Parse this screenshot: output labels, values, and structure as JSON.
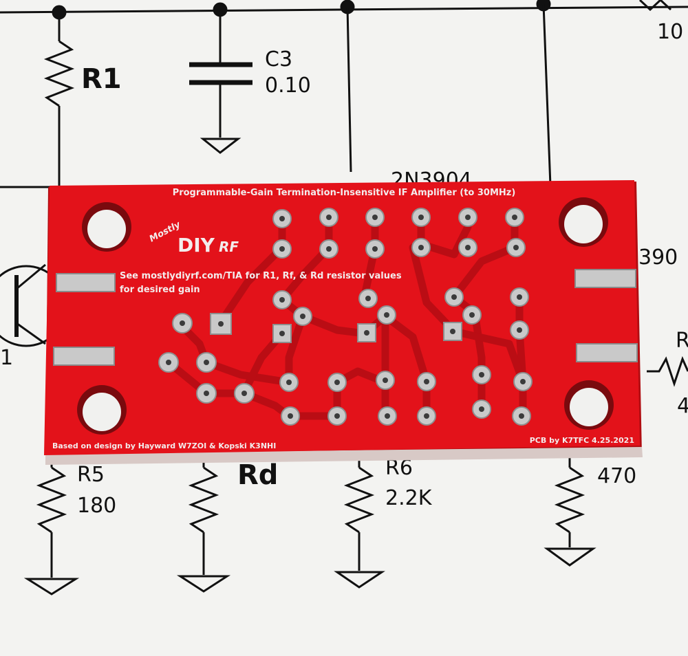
{
  "schematic": {
    "labels": {
      "r1": "R1",
      "c3": "C3",
      "c3_value": "0.10",
      "transistor": "2N3904",
      "value_top_right": "10",
      "value_right_mid": "390",
      "r5": "R5",
      "r5_value": "180",
      "rd": "Rd",
      "r6": "R6",
      "r6_value": "2.2K",
      "value_bottom_right": "470",
      "left_edge_digit": "1",
      "right_edge_letter": "R",
      "right_edge_digit": "4"
    }
  },
  "pcb": {
    "title": "Programmable-Gain Termination-Insensitive IF Amplifier (to 30MHz)",
    "logo": {
      "mostly": "Mostly",
      "diy": "DIY",
      "rf": "RF"
    },
    "note_line1": "See mostlydiyrf.com/TIA for R1, Rf, & Rd resistor values",
    "note_line2": "for desired gain",
    "credit_left": "Based on design by Hayward W7ZOI & Kopski K3NHI",
    "credit_right": "PCB by K7TFC 4.25.2021"
  },
  "colors": {
    "board_red": "#e3121a",
    "board_edge": "#b10d12",
    "pad_silver": "#c9c9c9",
    "paper": "#f4f4f2",
    "ink": "#111111"
  }
}
